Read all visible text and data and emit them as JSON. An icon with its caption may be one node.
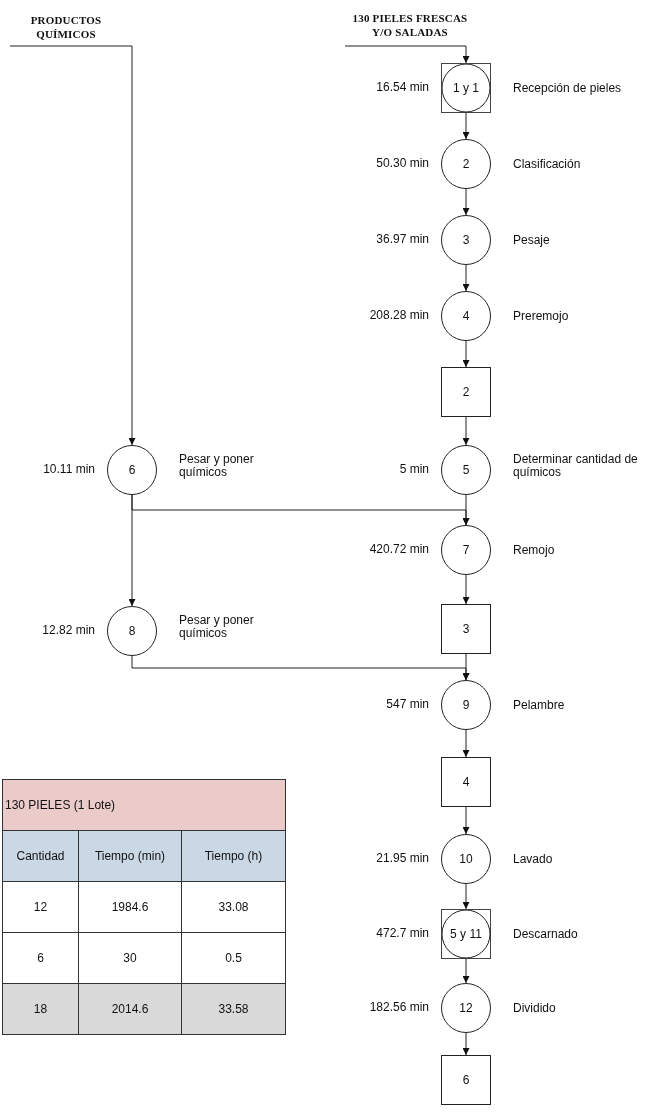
{
  "diagram": {
    "nodes": [
      {
        "text": [
          "PRODUCTOS QUÍMICOS"
        ]
      },
      {
        "text": [
          "130 PIELES FRESCAS Y/O SALADAS"
        ]
      },
      {
        "text": [
          "1 y 1"
        ],
        "beside": [
          "16.54 min",
          "Recepción de pieles"
        ]
      },
      {
        "text": [
          "2"
        ],
        "beside": [
          "50.30 min",
          "Clasificación"
        ]
      },
      {
        "text": [
          "3"
        ],
        "beside": [
          "36.97 min",
          "Pesaje"
        ]
      },
      {
        "text": [
          "4"
        ],
        "beside": [
          "208.28 min",
          "Preremojo"
        ]
      },
      {
        "text": [
          "2"
        ]
      },
      {
        "text": [
          "5"
        ],
        "beside": [
          "5 min",
          "Determinar cantidad de químicos"
        ]
      },
      {
        "text": [
          "6"
        ],
        "beside": [
          "10.11 min",
          "Pesar y poner químicos"
        ]
      },
      {
        "text": [
          "7"
        ],
        "beside": [
          "420.72 min",
          "Remojo"
        ]
      },
      {
        "text": [
          "3"
        ]
      },
      {
        "text": [
          "8"
        ],
        "beside": [
          "12.82 min",
          "Pesar y poner químicos"
        ]
      },
      {
        "text": [
          "9"
        ],
        "beside": [
          "547 min",
          "Pelambre"
        ]
      },
      {
        "text": [
          "4"
        ]
      },
      {
        "text": [
          "10"
        ],
        "beside": [
          "21.95 min",
          "Lavado"
        ]
      },
      {
        "text": [
          "5 y 11"
        ],
        "beside": [
          "472.7 min",
          "Descarnado"
        ]
      },
      {
        "text": [
          "12"
        ],
        "beside": [
          "182.56 min",
          "Dividido"
        ]
      },
      {
        "text": [
          "6"
        ]
      }
    ],
    "edges": [
      {
        "from": 1,
        "to": 2,
        "arrow": "to"
      },
      {
        "from": 2,
        "to": 3,
        "arrow": "to"
      },
      {
        "from": 3,
        "to": 4,
        "arrow": "to"
      },
      {
        "from": 4,
        "to": 5,
        "arrow": "to"
      },
      {
        "from": 5,
        "to": 6,
        "arrow": "to"
      },
      {
        "from": 6,
        "to": 7,
        "arrow": "to"
      },
      {
        "from": 7,
        "to": 9,
        "arrow": "to"
      },
      {
        "from": 0,
        "to": 8,
        "arrow": "to"
      },
      {
        "from": 8,
        "to": 9,
        "arrow": "to"
      },
      {
        "from": 8,
        "to": 11,
        "arrow": "to"
      },
      {
        "from": 9,
        "to": 10,
        "arrow": "to"
      },
      {
        "from": 10,
        "to": 12,
        "arrow": "to"
      },
      {
        "from": 11,
        "to": 12,
        "arrow": "to"
      },
      {
        "from": 12,
        "to": 13,
        "arrow": "to"
      },
      {
        "from": 13,
        "to": 14,
        "arrow": "to"
      },
      {
        "from": 14,
        "to": 15,
        "arrow": "to"
      },
      {
        "from": 15,
        "to": 16,
        "arrow": "to"
      },
      {
        "from": 16,
        "to": 17,
        "arrow": "to"
      }
    ],
    "labels": [
      "130 PIELES (1 Lote)",
      "Cantidad",
      "Tiempo (min)",
      "Tiempo (h)",
      "12",
      "1984.6",
      "33.08",
      "6",
      "30",
      "0.5",
      "18",
      "2014.6",
      "33.58"
    ]
  }
}
